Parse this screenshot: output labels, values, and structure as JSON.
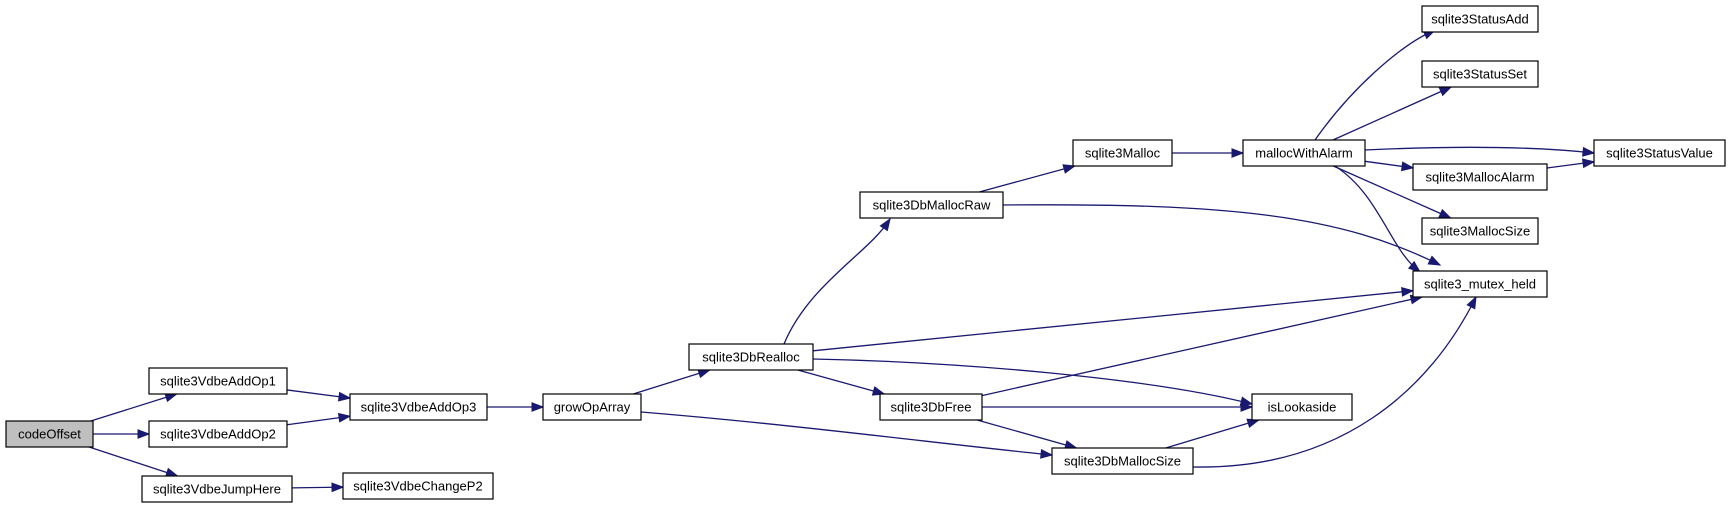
{
  "graph": {
    "nodes": [
      {
        "id": "codeOffset",
        "label": "codeOffset",
        "root": true
      },
      {
        "id": "addOp1",
        "label": "sqlite3VdbeAddOp1"
      },
      {
        "id": "addOp2",
        "label": "sqlite3VdbeAddOp2"
      },
      {
        "id": "jumpHere",
        "label": "sqlite3VdbeJumpHere"
      },
      {
        "id": "addOp3",
        "label": "sqlite3VdbeAddOp3"
      },
      {
        "id": "changeP2",
        "label": "sqlite3VdbeChangeP2"
      },
      {
        "id": "growOpArray",
        "label": "growOpArray"
      },
      {
        "id": "dbRealloc",
        "label": "sqlite3DbRealloc"
      },
      {
        "id": "dbMallocRaw",
        "label": "sqlite3DbMallocRaw"
      },
      {
        "id": "dbFree",
        "label": "sqlite3DbFree"
      },
      {
        "id": "dbMallocSize",
        "label": "sqlite3DbMallocSize"
      },
      {
        "id": "malloc",
        "label": "sqlite3Malloc"
      },
      {
        "id": "mallocWithAlarm",
        "label": "mallocWithAlarm"
      },
      {
        "id": "isLookaside",
        "label": "isLookaside"
      },
      {
        "id": "mutexHeld",
        "label": "sqlite3_mutex_held"
      },
      {
        "id": "statusAdd",
        "label": "sqlite3StatusAdd"
      },
      {
        "id": "statusSet",
        "label": "sqlite3StatusSet"
      },
      {
        "id": "mallocAlarm",
        "label": "sqlite3MallocAlarm"
      },
      {
        "id": "mallocSize",
        "label": "sqlite3MallocSize"
      },
      {
        "id": "statusValue",
        "label": "sqlite3StatusValue"
      }
    ],
    "edges": [
      {
        "from": "codeOffset",
        "to": "addOp1"
      },
      {
        "from": "codeOffset",
        "to": "addOp2"
      },
      {
        "from": "codeOffset",
        "to": "jumpHere"
      },
      {
        "from": "addOp1",
        "to": "addOp3"
      },
      {
        "from": "addOp2",
        "to": "addOp3"
      },
      {
        "from": "jumpHere",
        "to": "changeP2"
      },
      {
        "from": "addOp3",
        "to": "growOpArray"
      },
      {
        "from": "growOpArray",
        "to": "dbRealloc"
      },
      {
        "from": "growOpArray",
        "to": "dbMallocSize"
      },
      {
        "from": "dbRealloc",
        "to": "dbMallocRaw"
      },
      {
        "from": "dbRealloc",
        "to": "dbFree"
      },
      {
        "from": "dbRealloc",
        "to": "mutexHeld"
      },
      {
        "from": "dbRealloc",
        "to": "isLookaside"
      },
      {
        "from": "dbMallocRaw",
        "to": "malloc"
      },
      {
        "from": "dbMallocRaw",
        "to": "mutexHeld"
      },
      {
        "from": "dbFree",
        "to": "isLookaside"
      },
      {
        "from": "dbFree",
        "to": "dbMallocSize"
      },
      {
        "from": "dbFree",
        "to": "mutexHeld"
      },
      {
        "from": "dbMallocSize",
        "to": "isLookaside"
      },
      {
        "from": "dbMallocSize",
        "to": "mutexHeld"
      },
      {
        "from": "malloc",
        "to": "mallocWithAlarm"
      },
      {
        "from": "mallocWithAlarm",
        "to": "statusAdd"
      },
      {
        "from": "mallocWithAlarm",
        "to": "statusSet"
      },
      {
        "from": "mallocWithAlarm",
        "to": "statusValue"
      },
      {
        "from": "mallocWithAlarm",
        "to": "mallocAlarm"
      },
      {
        "from": "mallocWithAlarm",
        "to": "mallocSize"
      },
      {
        "from": "mallocWithAlarm",
        "to": "mutexHeld"
      },
      {
        "from": "mallocAlarm",
        "to": "statusValue"
      }
    ]
  },
  "colors": {
    "edge": "#191970",
    "root_fill": "#bfbfbf",
    "node_fill": "#ffffff",
    "node_border": "#000000"
  }
}
